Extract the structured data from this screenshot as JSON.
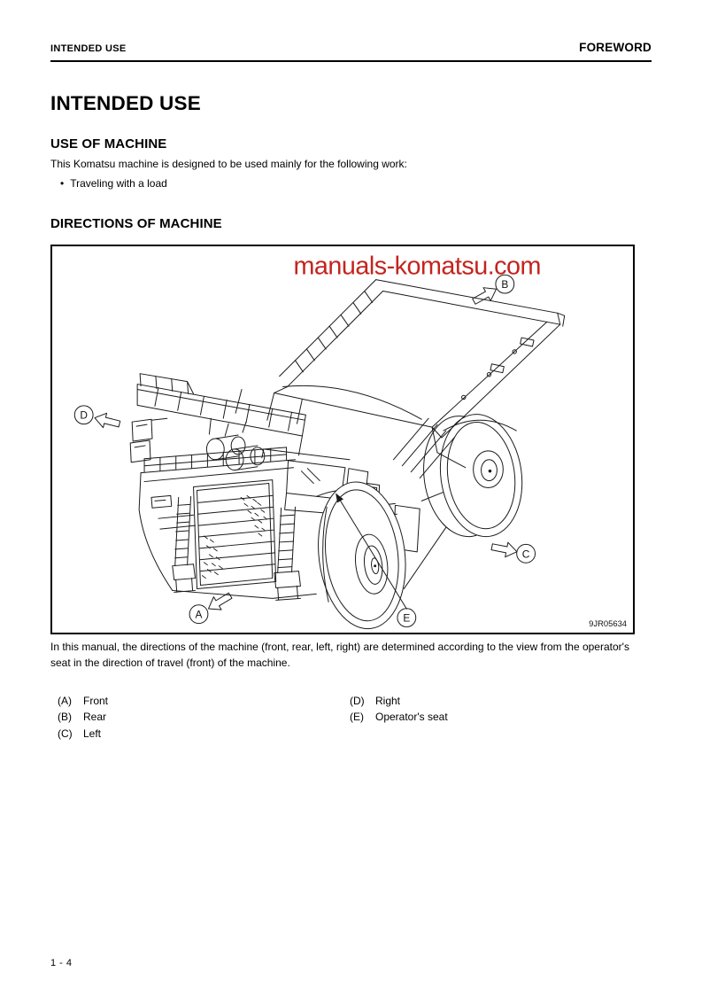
{
  "page": {
    "header": {
      "left": "INTENDED USE",
      "right": "FOREWORD"
    },
    "title": "INTENDED USE",
    "sections": {
      "use": {
        "heading": "USE OF MACHINE",
        "intro": "This Komatsu machine is designed to be used mainly for the following work:",
        "bullets": [
          "Traveling with a load"
        ]
      },
      "directions": {
        "heading": "DIRECTIONS OF MACHINE",
        "figure": {
          "watermark": "manuals-komatsu.com",
          "watermark_color": "#c3241e",
          "code": "9JR05634",
          "labels": {
            "a": "A",
            "b": "B",
            "c": "C",
            "d": "D",
            "e": "E"
          }
        },
        "body": "In this manual, the directions of the machine (front, rear, left, right) are determined according to the view from the operator's seat in the direction of travel (front) of the machine.",
        "legend": {
          "col1": [
            {
              "key": "(A)",
              "value": "Front"
            },
            {
              "key": "(B)",
              "value": "Rear"
            },
            {
              "key": "(C)",
              "value": "Left"
            }
          ],
          "col2": [
            {
              "key": "(D)",
              "value": "Right"
            },
            {
              "key": "(E)",
              "value": "Operator's seat"
            }
          ]
        }
      }
    },
    "footer": {
      "page_number": "1 - 4"
    }
  }
}
